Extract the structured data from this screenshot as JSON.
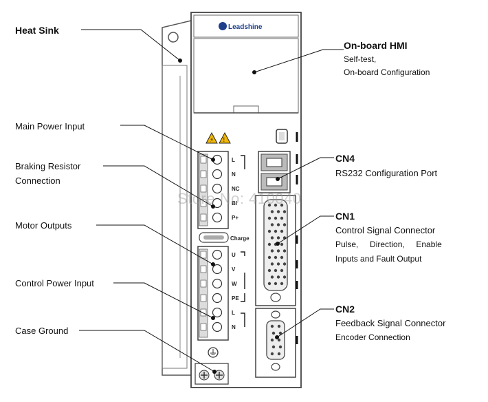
{
  "watermark": "Store No: 410040",
  "brand": "Leadshine",
  "left_labels": {
    "heat_sink": "Heat Sink",
    "main_power": "Main Power Input",
    "braking_1": "Braking Resistor",
    "braking_2": "Connection",
    "motor_outputs": "Motor Outputs",
    "control_power": "Control Power Input",
    "case_ground": "Case Ground"
  },
  "right_labels": {
    "hmi_title": "On-board HMI",
    "hmi_line1": "Self-test,",
    "hmi_line2": "On-board Configuration",
    "cn4_title": "CN4",
    "cn4_desc": "RS232 Configuration Port",
    "cn1_title": "CN1",
    "cn1_desc": "Control Signal Connector",
    "cn1_line2": "Pulse,     Direction,     Enable",
    "cn1_line3": "Inputs and Fault Output",
    "cn2_title": "CN2",
    "cn2_desc": "Feedback Signal Connector",
    "cn2_line2": "Encoder Connection"
  },
  "terminals": {
    "top": [
      "L",
      "N",
      "NC",
      "BI",
      "P+"
    ],
    "charge": "Charge",
    "bottom": [
      "U",
      "V",
      "W",
      "PE",
      "L",
      "N"
    ]
  }
}
